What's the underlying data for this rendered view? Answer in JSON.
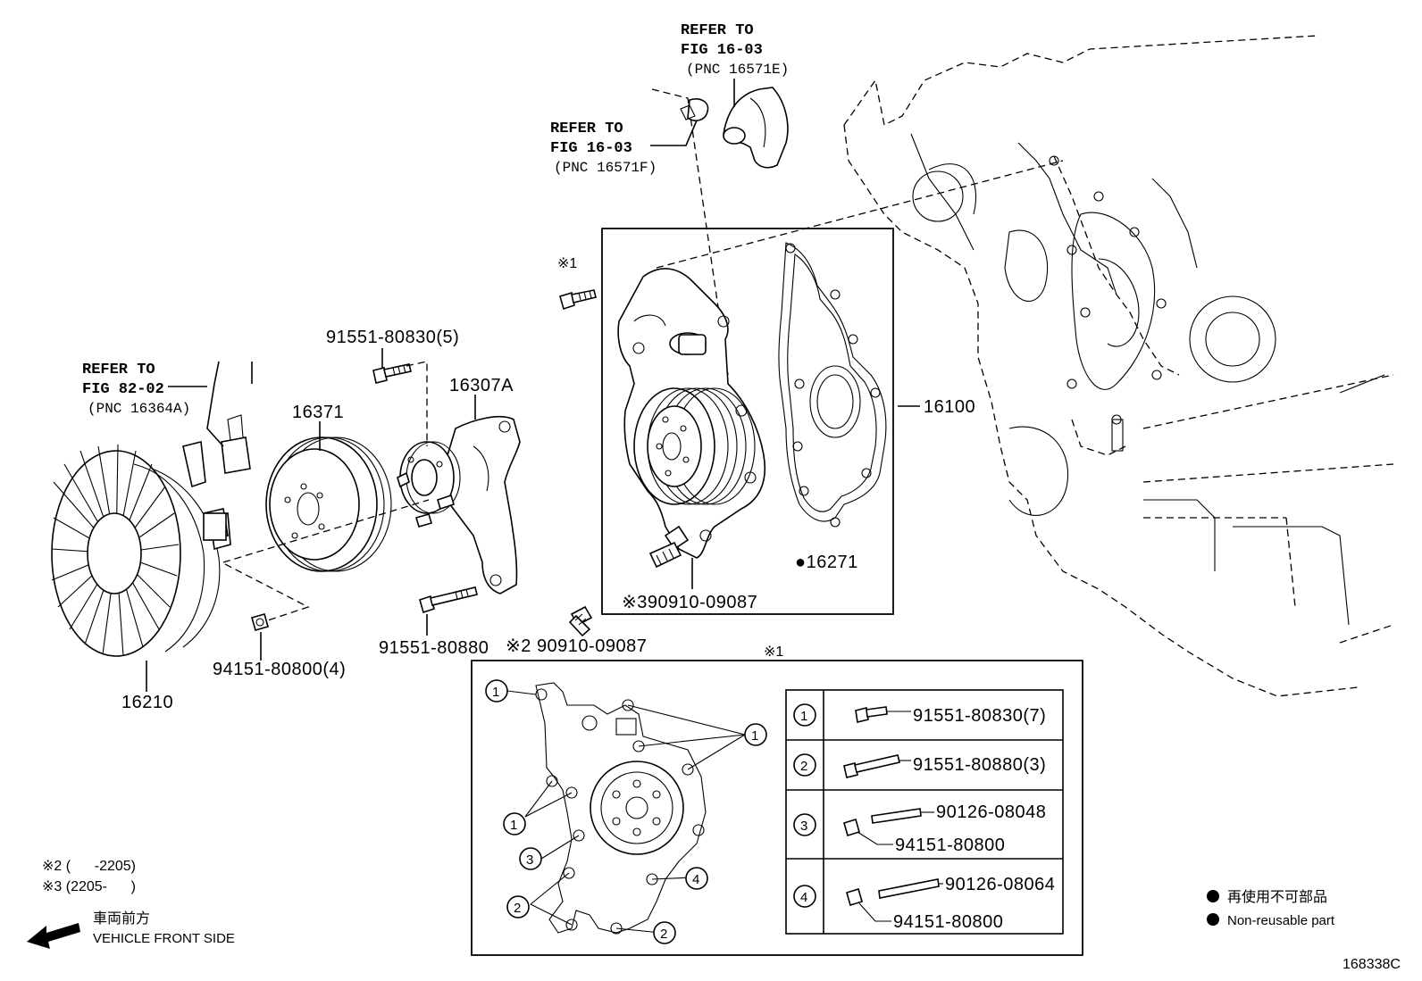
{
  "references": {
    "fig_16_03_e": {
      "line1": "REFER TO",
      "line2": "FIG 16-03",
      "line3": "(PNC 16571E)"
    },
    "fig_16_03_f": {
      "line1": "REFER TO",
      "line2": "FIG 16-03",
      "line3": "(PNC 16571F)"
    },
    "fig_82_02": {
      "line1": "REFER TO",
      "line2": "FIG 82-02",
      "line3": "(PNC 16364A)"
    }
  },
  "parts": {
    "p16100": "16100",
    "p16271": "●16271",
    "p16307A": "16307A",
    "p16371": "16371",
    "p16210": "16210",
    "p91551_80830_5": "91551-80830(5)",
    "p91551_80880": "91551-80880",
    "p94151_80800_4": "94151-80800(4)",
    "p90910_09087_x2": "※2 90910-09087",
    "p90910_09087_x3": "※390910-09087",
    "mark_x1_bolt": "※1",
    "mark_x1_box": "※1"
  },
  "detail_table": {
    "rows": [
      {
        "num": "1",
        "parts": [
          "91551-80830(7)"
        ]
      },
      {
        "num": "2",
        "parts": [
          "91551-80880(3)"
        ]
      },
      {
        "num": "3",
        "parts": [
          "90126-08048",
          "94151-80800"
        ]
      },
      {
        "num": "4",
        "parts": [
          "90126-08064",
          "94151-80800"
        ]
      }
    ]
  },
  "detail_callouts": [
    "1",
    "1",
    "1",
    "3",
    "2",
    "4",
    "2"
  ],
  "notes": {
    "x2": "※2 (      -2205)",
    "x3": "※3 (2205-      )",
    "front_jp": "車両前方",
    "front_en": "VEHICLE FRONT SIDE"
  },
  "legend": {
    "jp": "再使用不可部品",
    "en": "Non-reusable part"
  },
  "figure_id": "168338C"
}
